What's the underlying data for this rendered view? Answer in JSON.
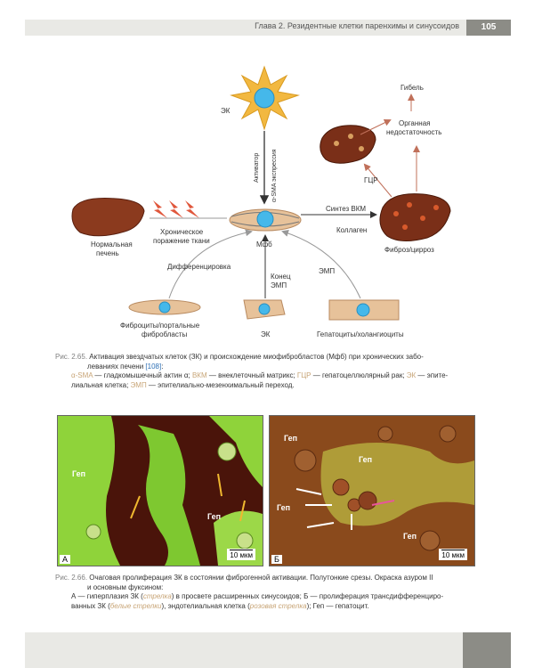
{
  "header": {
    "chapter": "Глава 2. Резидентные клетки паренхимы и синусоидов",
    "page_number": "105"
  },
  "figure1": {
    "labels": {
      "ek_top": "ЭК",
      "activator": "Активатор",
      "asma_expr": "α-SMA экспрессия",
      "death": "Гибель",
      "organ_fail_1": "Органная",
      "organ_fail_2": "недостаточность",
      "gcr": "ГЦР",
      "vkm_synth": "Синтез ВКМ",
      "collagen": "Коллаген",
      "fibrosis": "Фиброз/цирроз",
      "normal_1": "Нормальная",
      "normal_2": "печень",
      "chronic_1": "Хроническое",
      "chronic_2": "поражение ткани",
      "mfb": "Мфб",
      "differentiation": "Дифференцировка",
      "emp_end_1": "Конец",
      "emp_end_2": "ЭМП",
      "emp": "ЭМП",
      "fibro_1": "Фиброциты/портальные",
      "fibro_2": "фибробласты",
      "ek_bottom": "ЭК",
      "hepato": "Гепатоциты/холангиоциты"
    }
  },
  "caption1": {
    "num": "Рис. 2.65.",
    "title_1": "Активация звездчатых клеток (ЗК) и происхождение миофибробластов (Мфб) при хронических забо-",
    "title_2": "леваниях печени",
    "ref": "[108]",
    "colon": ":",
    "a_asma": "α-SMA",
    "d_asma": " — гладкомышечный актин α; ",
    "a_vkm": "ВКМ",
    "d_vkm": " — внеклеточный матрикс; ",
    "a_gcr": "ГЦР",
    "d_gcr": " — гепатоцеллюлярный рак; ",
    "a_ek": "ЭК",
    "d_ek": " — эпите-",
    "line3_1": "лиальная клетка; ",
    "a_emp": "ЭМП",
    "d_emp": " — эпителиально-мезенхимальный переход."
  },
  "photoA": {
    "gep1": "Геп",
    "gep2": "Геп",
    "letter": "А",
    "scale": "10 мкм"
  },
  "photoB": {
    "gep1": "Геп",
    "gep2": "Геп",
    "gep3": "Геп",
    "gep4": "Геп",
    "letter": "Б",
    "scale": "10 мкм"
  },
  "caption2": {
    "num": "Рис. 2.66.",
    "title_1": "Очаговая пролиферация ЗК в состоянии фиброгенной активации. Полутонкие срезы. Окраска азуром II",
    "title_2": "и основным фуксином:",
    "l3_a": "А — гиперплазия ЗК (",
    "l3_i": "стрелка",
    "l3_b": ") в просвете расширенных синусоидов; Б — пролиферация трансдифференциро-",
    "l4_a": "ванных ЗК (",
    "l4_i1": "белые стрелки",
    "l4_b": "), эндотелиальная клетка (",
    "l4_i2": "розовая стрелка",
    "l4_c": "); Геп — гепатоцит."
  },
  "colors": {
    "header_gray": "#e9e9e5",
    "page_box": "#8c8c86",
    "caption_num": "#7f7f7f",
    "abbr": "#c8a577",
    "link": "#2d6fb5",
    "liver": "#8b3a1e",
    "cell_nucleus": "#45b8ea",
    "star_cell": "#f2b840"
  }
}
